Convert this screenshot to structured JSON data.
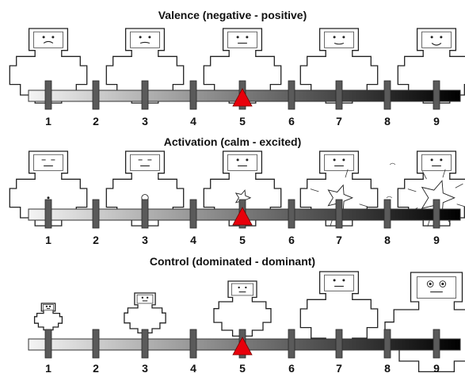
{
  "scales": [
    {
      "title": "Valence (negative - positive)",
      "icons": [
        "sam-valence-1-icon",
        "sam-valence-3-icon",
        "sam-valence-5-icon",
        "sam-valence-7-icon",
        "sam-valence-9-icon"
      ],
      "numbers": [
        "1",
        "2",
        "3",
        "4",
        "5",
        "6",
        "7",
        "8",
        "9"
      ],
      "marker_value": 5
    },
    {
      "title": "Activation (calm - excited)",
      "icons": [
        "sam-arousal-1-icon",
        "sam-arousal-3-icon",
        "sam-arousal-5-icon",
        "sam-arousal-7-icon",
        "sam-arousal-9-icon"
      ],
      "numbers": [
        "1",
        "2",
        "3",
        "4",
        "5",
        "6",
        "7",
        "8",
        "9"
      ],
      "marker_value": 5
    },
    {
      "title": "Control (dominated - dominant)",
      "icons": [
        "sam-dominance-1-icon",
        "sam-dominance-3-icon",
        "sam-dominance-5-icon",
        "sam-dominance-7-icon",
        "sam-dominance-9-icon"
      ],
      "numbers": [
        "1",
        "2",
        "3",
        "4",
        "5",
        "6",
        "7",
        "8",
        "9"
      ],
      "marker_value": 5
    }
  ],
  "colors": {
    "marker": "#e8000b",
    "bar_start": "#f4f4f4",
    "bar_end": "#000000",
    "tick": "#555555"
  }
}
